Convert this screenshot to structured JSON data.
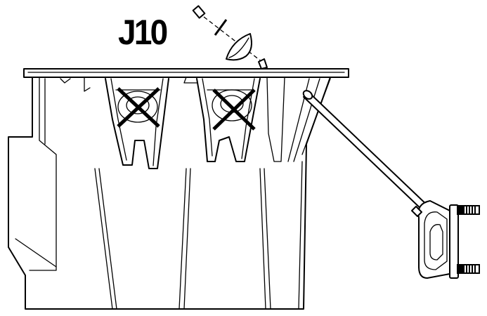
{
  "diagram": {
    "step_label": "J10",
    "parts": {
      "housing": "housing",
      "socket_left": "socket-left",
      "socket_right": "socket-right",
      "cap": "cap",
      "ring": "ring",
      "pin": "pin",
      "rod": "rod",
      "bracket": "bracket",
      "bolts": "bolts"
    },
    "marks": [
      "x-mark-left",
      "x-mark-right"
    ]
  }
}
